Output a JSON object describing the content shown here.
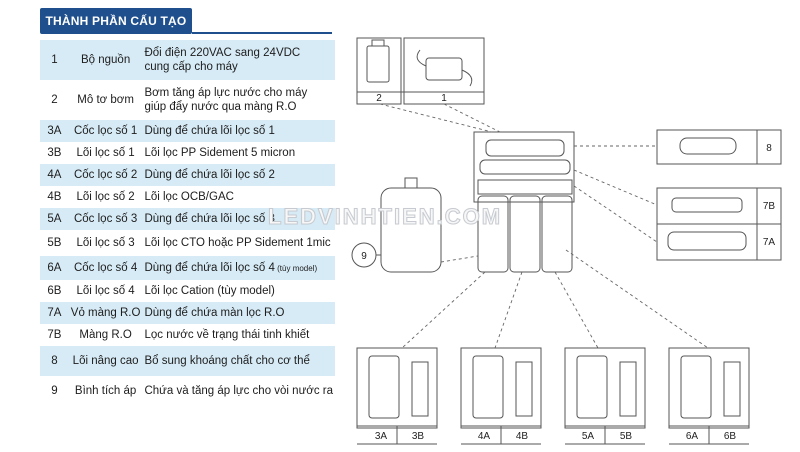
{
  "header": {
    "title": "THÀNH PHẦN CẤU TẠO"
  },
  "rows": [
    {
      "no": "1",
      "name": "Bộ nguồn",
      "desc1": "Đổi điện 220VAC sang 24VDC",
      "desc2": "cung cấp cho máy",
      "shade": true
    },
    {
      "no": "2",
      "name": "Mô tơ bơm",
      "desc1": "Bơm tăng áp lực nước cho máy",
      "desc2": "giúp đẩy nước qua màng R.O",
      "shade": false
    },
    {
      "no": "3A",
      "name": "Cốc lọc số 1",
      "desc1": "Dùng để chứa lõi lọc số 1",
      "shade": true
    },
    {
      "no": "3B",
      "name": "Lõi lọc số 1",
      "desc1": "Lõi lọc PP Sidement 5 micron",
      "shade": false
    },
    {
      "no": "4A",
      "name": "Cốc lọc số 2",
      "desc1": "Dùng để chứa lõi lọc số 2",
      "shade": true
    },
    {
      "no": "4B",
      "name": "Lõi lọc số 2",
      "desc1": "Lõi lọc OCB/GAC",
      "shade": false
    },
    {
      "no": "5A",
      "name": "Cốc lọc số 3",
      "desc1": "Dùng để chứa lõi lọc số 3",
      "shade": true
    },
    {
      "no": "5B",
      "name": "Lõi lọc số 3",
      "desc1": "Lõi lọc CTO hoặc PP Sidement 1mic",
      "shade": false
    },
    {
      "no": "6A",
      "name": "Cốc lọc số 4",
      "desc1": "Dùng để chứa lõi lọc số 4",
      "note": " (tùy model)",
      "shade": true
    },
    {
      "no": "6B",
      "name": "Lõi lọc số 4",
      "desc1": "Lõi lọc Cation (tùy model)",
      "shade": false
    },
    {
      "no": "7A",
      "name": "Vỏ màng R.O",
      "desc1": "Dùng để chứa màn lọc R.O",
      "shade": true
    },
    {
      "no": "7B",
      "name": "Màng R.O",
      "desc1": "Lọc nước về trạng thái tinh khiết",
      "shade": false
    },
    {
      "no": "8",
      "name": "Lõi nâng cao",
      "desc1": "Bổ sung khoáng chất cho cơ thể",
      "shade": true
    },
    {
      "no": "9",
      "name": "Bình tích áp",
      "desc1": "Chứa và tăng áp lực cho vòi nước ra",
      "shade": false
    }
  ],
  "watermark": "LEDVINHTIEN.COM",
  "diagram_labels": {
    "power": "1",
    "motor": "2",
    "tank": "9",
    "adv": "8",
    "ro_membrane": "7B",
    "ro_housing": "7A",
    "g1a": "3A",
    "g1b": "3B",
    "g2a": "4A",
    "g2b": "4B",
    "g3a": "5A",
    "g3b": "5B",
    "g4a": "6A",
    "g4b": "6B"
  },
  "colors": {
    "title_bg": "#1f4f8c",
    "row_shade": "#d7ebf6",
    "line": "#555555"
  }
}
